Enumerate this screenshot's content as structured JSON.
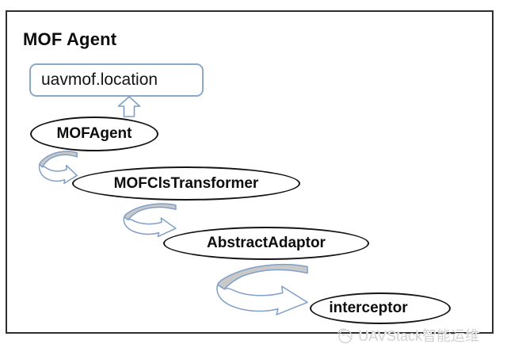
{
  "diagram": {
    "title": "MOF Agent",
    "config_box": {
      "label": "uavmof.location"
    },
    "nodes": [
      {
        "id": "mof-agent",
        "label": "MOFAgent"
      },
      {
        "id": "mof-cls-transformer",
        "label": "MOFClsTransformer"
      },
      {
        "id": "abstract-adaptor",
        "label": "AbstractAdaptor"
      },
      {
        "id": "interceptor",
        "label": "interceptor"
      }
    ],
    "edges": [
      {
        "from": "MOFAgent",
        "to": "uavmof.location",
        "style": "block-up-arrow"
      },
      {
        "from": "MOFAgent",
        "to": "MOFClsTransformer",
        "style": "curved-ribbon-arrow"
      },
      {
        "from": "MOFClsTransformer",
        "to": "AbstractAdaptor",
        "style": "curved-ribbon-arrow"
      },
      {
        "from": "AbstractAdaptor",
        "to": "interceptor",
        "style": "curved-ribbon-arrow"
      }
    ],
    "colors": {
      "accent_blue": "#7f9fc7",
      "ribbon_gray": "#c9c9c9",
      "frame_border": "#2e2e2e",
      "node_border": "#141414",
      "watermark_gray": "#d2d2d2",
      "background": "#ffffff"
    }
  },
  "watermark": {
    "label": "UAVStack智能运维"
  }
}
